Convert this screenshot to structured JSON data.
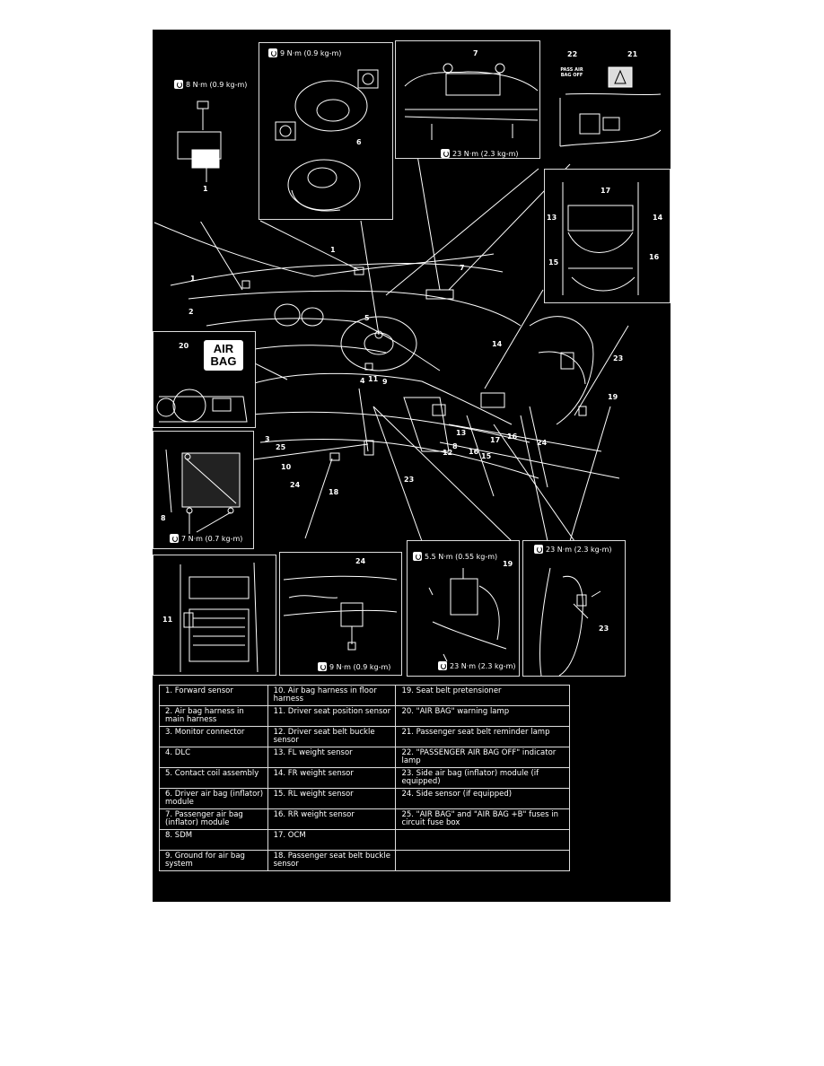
{
  "callouts": {
    "p1_1": "1",
    "p2_6": "6",
    "p3_7": "7",
    "p4_22": "22",
    "p4_21": "21",
    "p5_13": "13",
    "p5_17": "17",
    "p5_14": "14",
    "p5_15": "15",
    "p5_16": "16",
    "p6_20": "20",
    "p7_8": "8",
    "p8_11": "11",
    "p9_24": "24",
    "p10_19": "19",
    "p11_23": "23",
    "m_1a": "1",
    "m_1b": "1",
    "m_2": "2",
    "m_5": "5",
    "m_7": "7",
    "m_14": "14",
    "m_23": "23",
    "m_19": "19",
    "m_4": "4",
    "m_11": "11",
    "m_9": "9",
    "m_3": "3",
    "m_25": "25",
    "m_10": "10",
    "m_24a": "24",
    "m_18": "18",
    "m_23b": "23",
    "m_13": "13",
    "m_8": "8",
    "m_12": "12",
    "m_16a": "16",
    "m_15": "15",
    "m_17": "17",
    "m_16b": "16",
    "m_24b": "24"
  },
  "torques": {
    "forward_sensor": "8 N·m (0.9 kg-m)",
    "driver_air_bag": "9 N·m (0.9 kg-m)",
    "passenger_air_bag": "23 N·m (2.3 kg-m)",
    "sdm": "7 N·m (0.7 kg-m)",
    "side_sensor": "9 N·m (0.9 kg-m)",
    "pretensioner_top": "5.5 N·m (0.55 kg-m)",
    "pretensioner_bottom": "23 N·m (2.3 kg-m)",
    "side_air_bag": "23 N·m (2.3 kg-m)"
  },
  "warning_lamp_text": "AIR BAG",
  "indicator_text": "PASS AIR BAG OFF",
  "legend": [
    [
      "1. Forward sensor",
      "10. Air bag harness in floor harness",
      "19. Seat belt pretensioner"
    ],
    [
      "2. Air bag harness in main harness",
      "11. Driver seat position sensor",
      "20. \"AIR BAG\" warning lamp"
    ],
    [
      "3. Monitor connector",
      "12. Driver seat belt buckle sensor",
      "21. Passenger seat belt reminder lamp"
    ],
    [
      "4. DLC",
      "13. FL weight sensor",
      "22. \"PASSENGER AIR BAG OFF\" indicator lamp"
    ],
    [
      "5. Contact coil assembly",
      "14. FR weight sensor",
      "23. Side air bag (inflator) module (if equipped)"
    ],
    [
      "6. Driver air bag (inflator) module",
      "15. RL weight sensor",
      "24. Side sensor (if equipped)"
    ],
    [
      "7. Passenger air bag (inflator) module",
      "16. RR weight sensor",
      "25. \"AIR BAG\" and \"AIR BAG +B\" fuses in circuit fuse box"
    ],
    [
      "8. SDM",
      "17. OCM",
      ""
    ],
    [
      "9. Ground for air bag system",
      "18. Passenger seat belt buckle sensor",
      ""
    ]
  ]
}
